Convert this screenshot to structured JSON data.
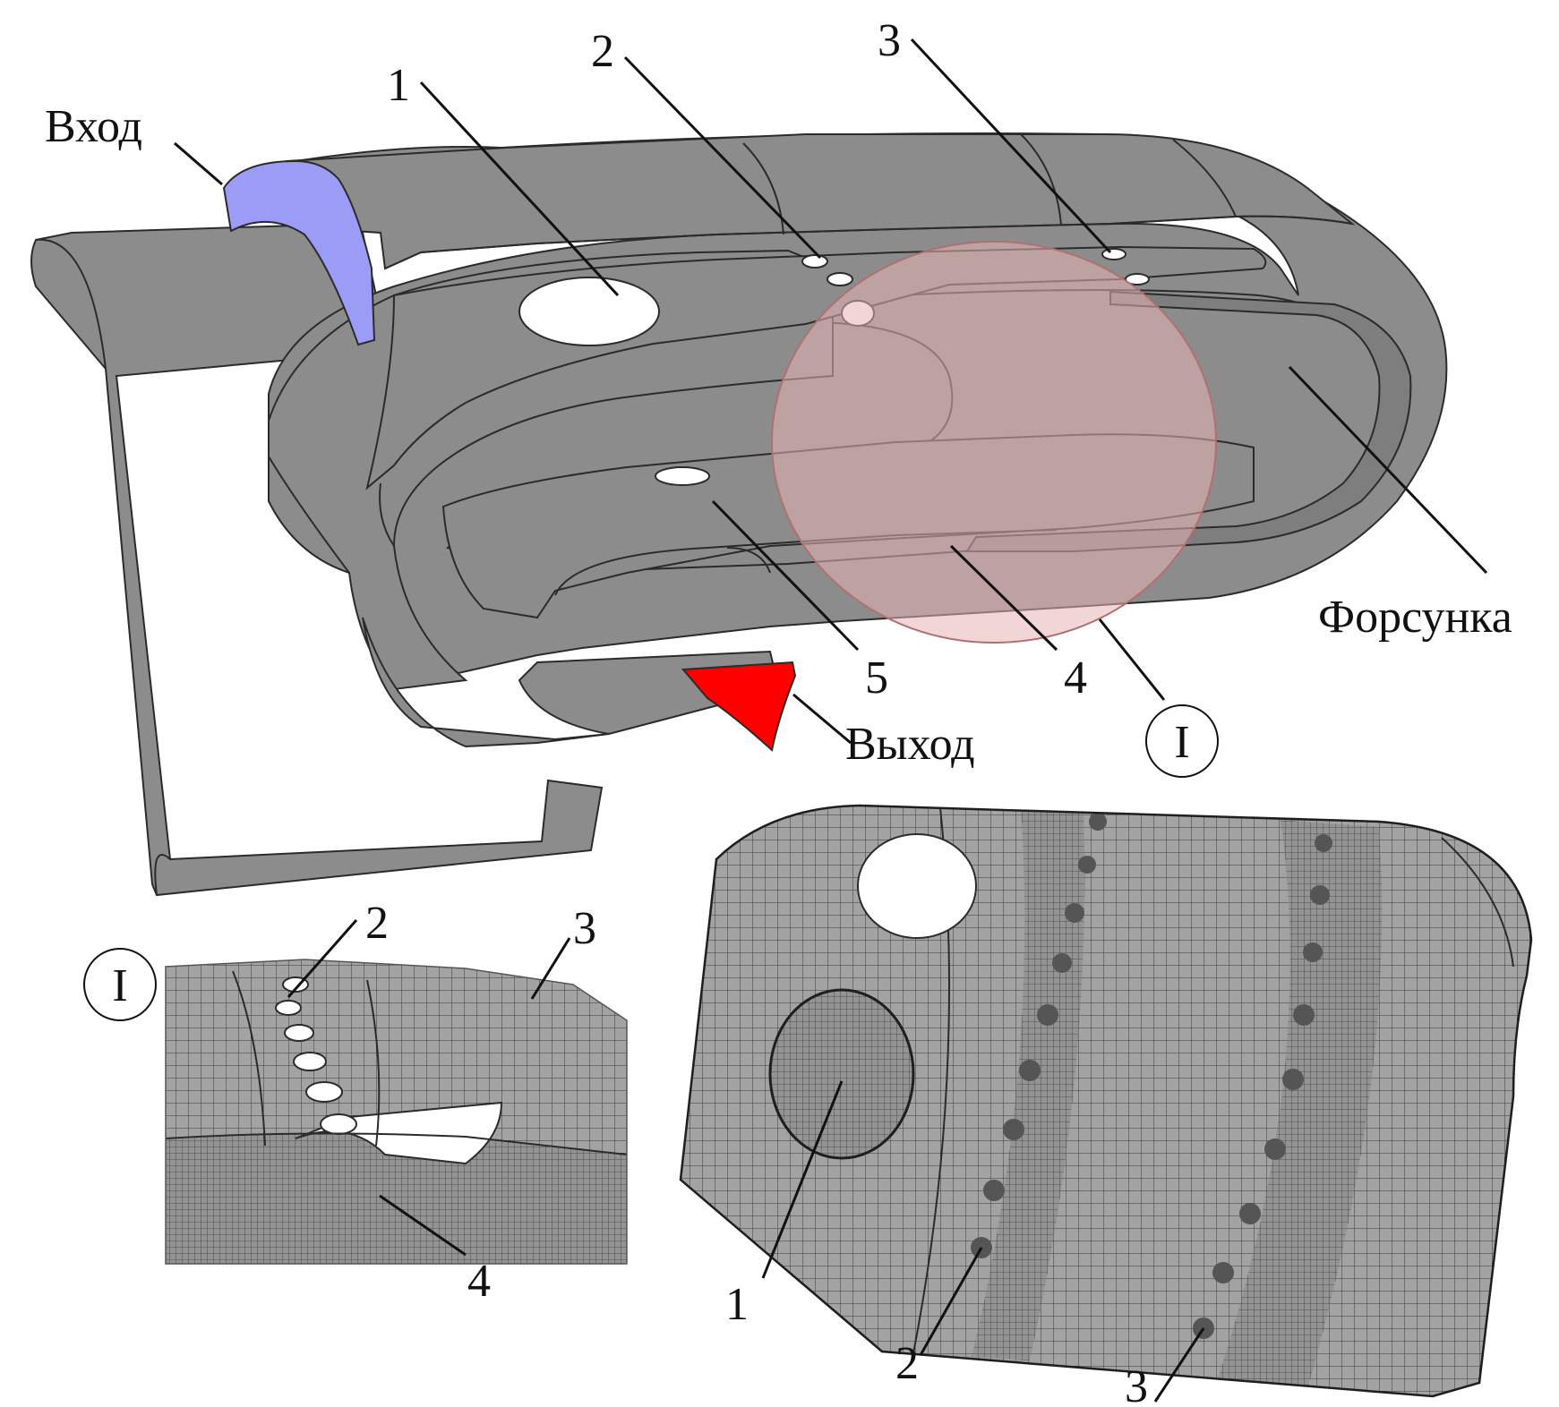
{
  "labels": {
    "inlet": "Вход",
    "outlet": "Выход",
    "injector": "Форсунка",
    "detail_marker": "I",
    "n1": "1",
    "n2": "2",
    "n3": "3",
    "n4": "4",
    "n5": "5"
  },
  "colors": {
    "body_gray": "#8c8c8c",
    "inlet_face": "#9a9cf6",
    "outlet_face": "#ff0000",
    "highlight_zone": "#e8b4b4",
    "mesh_background": "#9a9a9a",
    "line": "#111111"
  }
}
